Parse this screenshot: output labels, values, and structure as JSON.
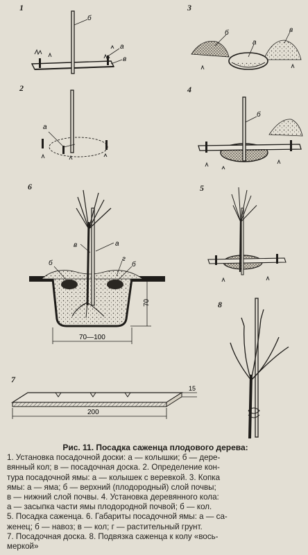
{
  "figure": {
    "panel_numbers": [
      "1",
      "2",
      "3",
      "4",
      "5",
      "6",
      "7",
      "8"
    ],
    "labels": {
      "p1_b": "б",
      "p1_a": "а",
      "p1_v": "в",
      "p2_a": "а",
      "p3_b": "б",
      "p3_a": "а",
      "p3_v": "в",
      "p4_b": "б",
      "p6_v": "в",
      "p6_a": "а",
      "p6_b": "б",
      "p6_g": "г",
      "p6_b2": "б"
    },
    "dimensions": {
      "pit_depth": "70",
      "pit_width": "70—100",
      "board_thickness": "15",
      "board_length": "200"
    }
  },
  "caption": {
    "title": "Рис. 11. Посадка саженца плодового дерева:",
    "lines": [
      "1. Установка посадочной доски: а — колышки; б — дере-",
      "вянный кол; в — посадочная доска. 2. Определение кон-",
      "тура посадочной ямы: а — колышек с веревкой. 3. Копка",
      "ямы: а — яма; б — верхний (плодородный) слой почвы;",
      "в — нижний слой почвы. 4. Установка деревянного кола:",
      "а — засыпка части ямы плодородной почвой; б — кол.",
      "5. Посадка саженца. 6. Габариты посадочной ямы: а — са-",
      "женец; б — навоз; в — кол; г — растительный грунт.",
      "7. Посадочная доска. 8. Подвязка саженца к колу «вось-",
      "меркой»"
    ]
  }
}
